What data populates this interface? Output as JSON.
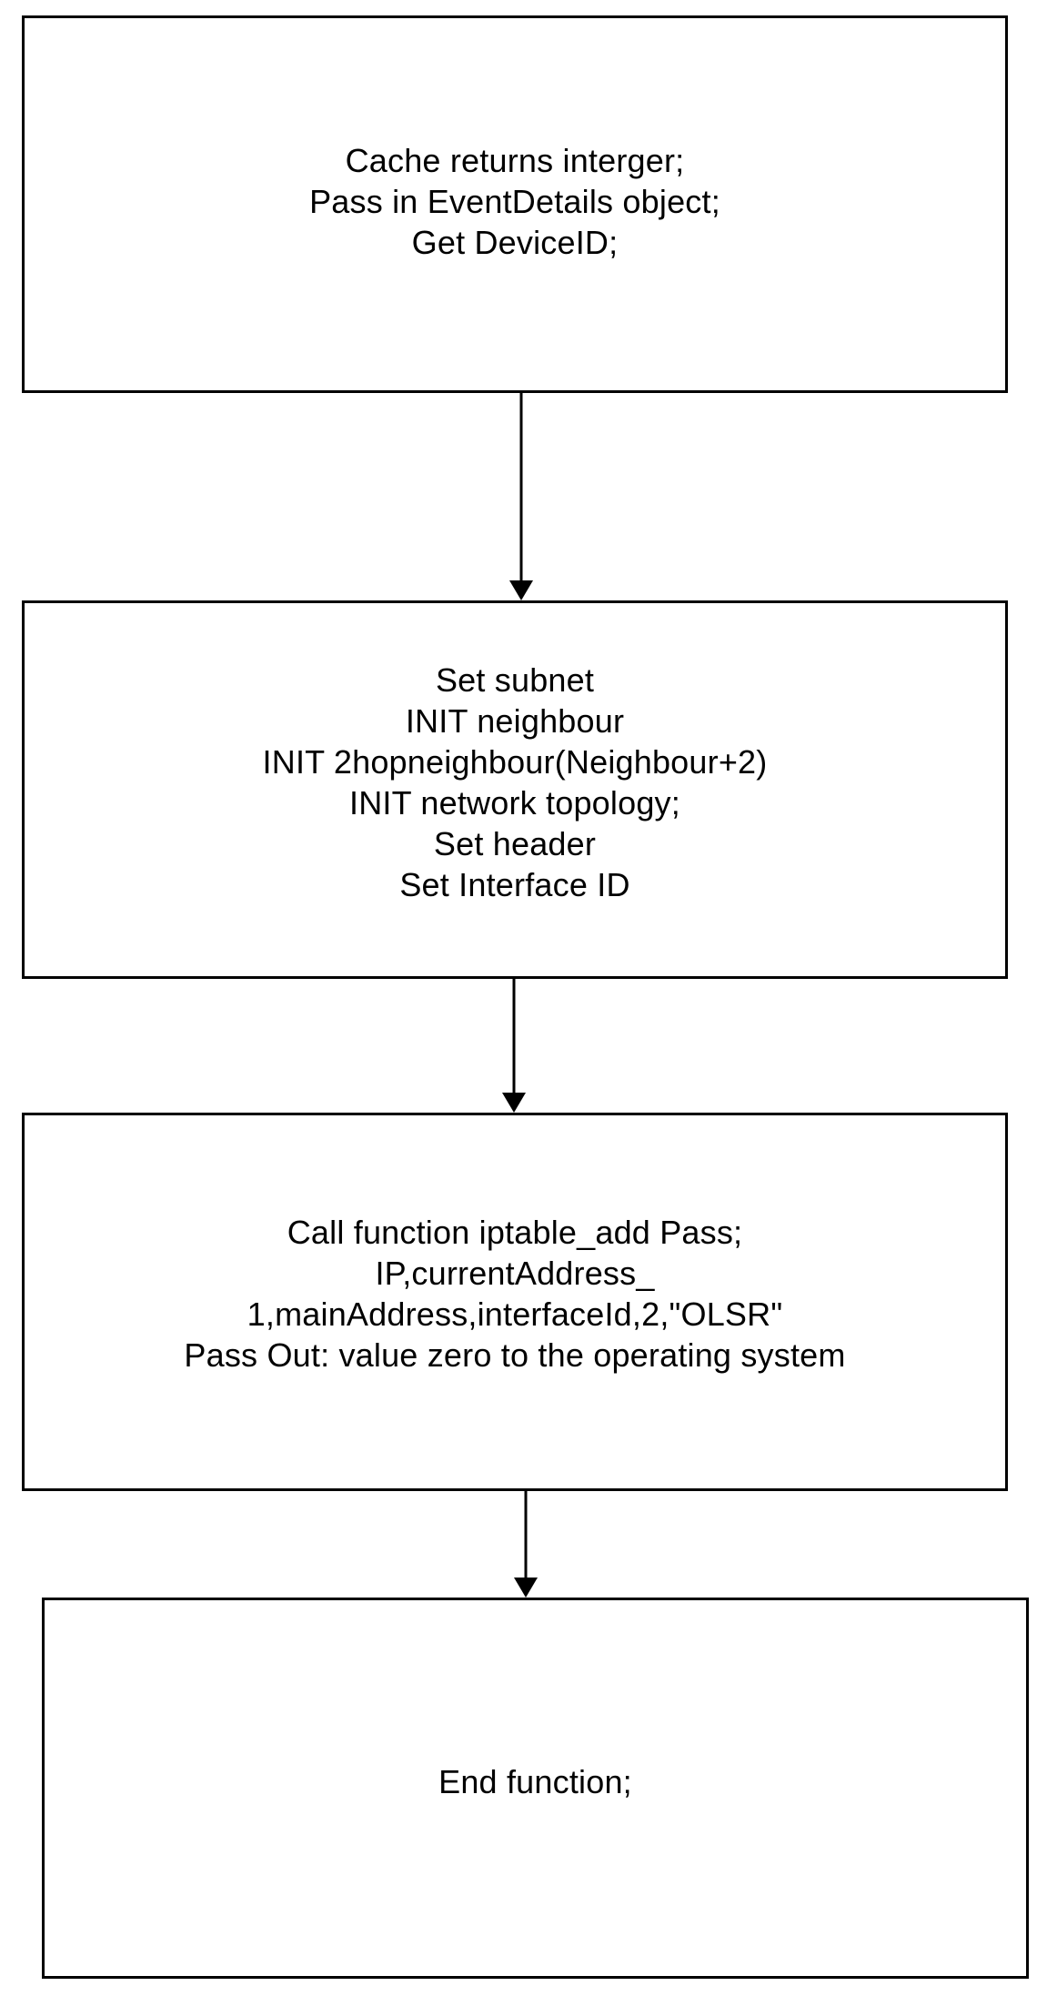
{
  "flowchart": {
    "steps": [
      {
        "lines": [
          "Cache returns interger;",
          "Pass in EventDetails object;",
          "Get DeviceID;"
        ]
      },
      {
        "lines": [
          "Set subnet",
          "INIT neighbour",
          "INIT 2hopneighbour(Neighbour+2)",
          "INIT network topology;",
          "Set header",
          "Set Interface ID"
        ]
      },
      {
        "lines": [
          "Call function iptable_add Pass;",
          "IP,currentAddress_",
          "1,mainAddress,interfaceId,2,\"OLSR\"",
          "Pass Out: value zero to the operating system"
        ]
      },
      {
        "lines": [
          "End function;"
        ]
      }
    ],
    "colors": {
      "stroke": "#000000",
      "background": "#ffffff",
      "text": "#000000"
    }
  }
}
